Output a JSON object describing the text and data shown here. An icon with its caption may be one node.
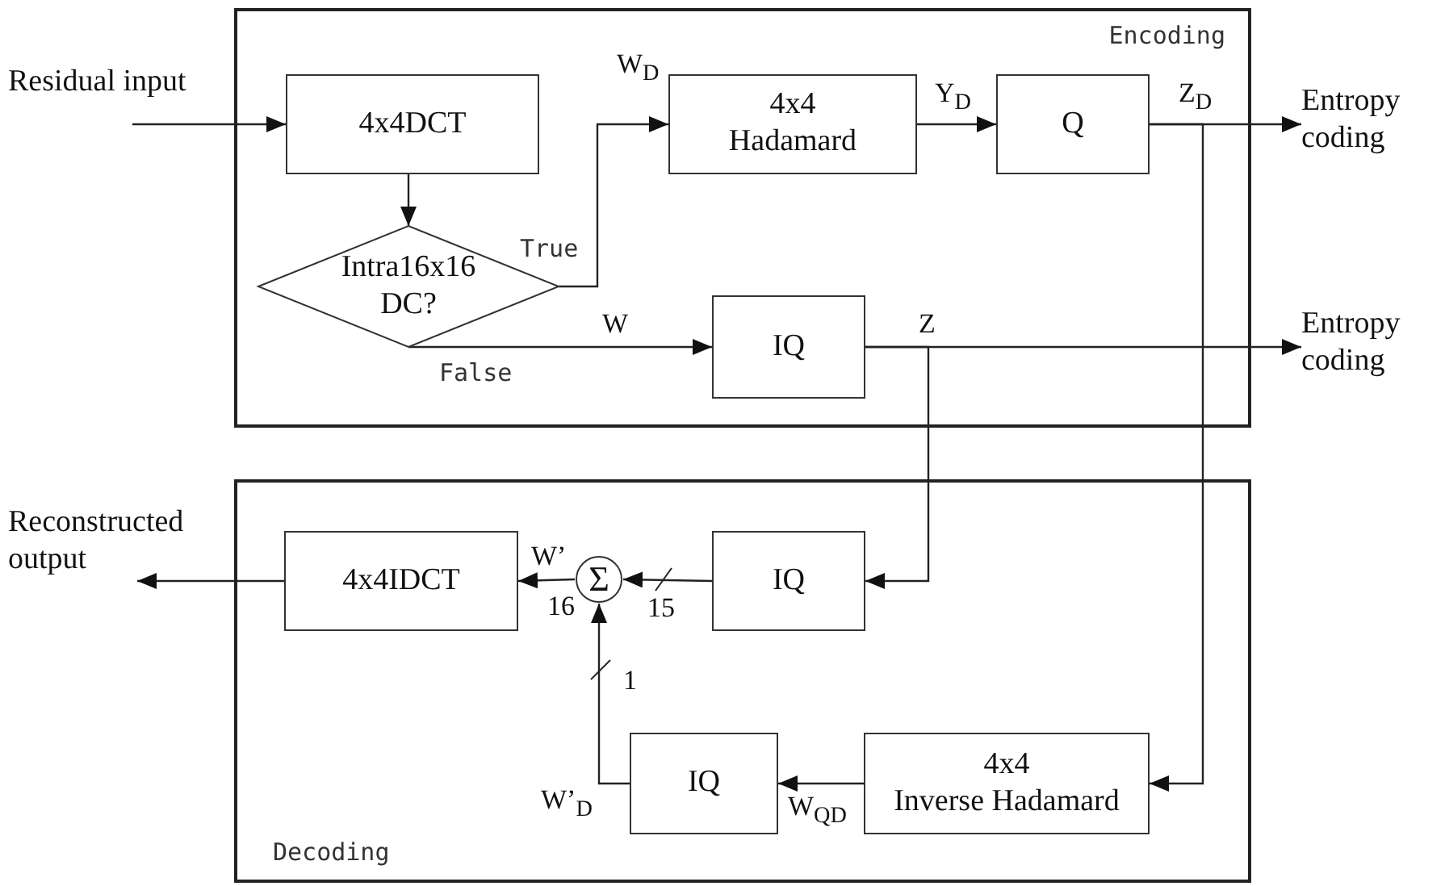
{
  "diagram": {
    "nodes": [
      {
        "text": [
          "Encoding"
        ]
      },
      {
        "text": [
          "Residual input"
        ]
      },
      {
        "text": [
          "4x4DCT"
        ],
        "in": 0
      },
      {
        "text": [
          "Intra16x16 DC?"
        ],
        "in": 0
      },
      {
        "text": [
          "4x4 Hadamard"
        ],
        "in": 0
      },
      {
        "text": [
          "Q"
        ],
        "in": 0
      },
      {
        "text": [
          "IQ"
        ],
        "in": 0
      },
      {
        "text": [
          "Entropy coding"
        ]
      },
      {
        "text": [
          "Entropy coding"
        ]
      },
      {
        "text": [
          "Decoding"
        ]
      },
      {
        "text": [
          "Reconstructed output"
        ]
      },
      {
        "text": [
          "4x4IDCT"
        ],
        "in": 9
      },
      {
        "text": [
          "Σ"
        ],
        "in": 9
      },
      {
        "text": [
          "IQ"
        ],
        "in": 9
      },
      {
        "text": [
          "IQ"
        ],
        "in": 9
      },
      {
        "text": [
          "4x4",
          "Inverse Hadamard"
        ],
        "in": 9
      }
    ],
    "edges": [
      {
        "from": 1,
        "to": 2,
        "arrow": "to"
      },
      {
        "from": 2,
        "to": 3,
        "arrow": "to"
      },
      {
        "from": 3,
        "to": 4,
        "arrow": "to",
        "label": "W$_{D}$"
      },
      {
        "from": 3,
        "to": 6,
        "arrow": "to",
        "label": "W"
      },
      {
        "from": 4,
        "to": 5,
        "arrow": "to",
        "label": "Y$_{D}$"
      },
      {
        "from": 5,
        "to": 7,
        "arrow": "to",
        "label": "Z$_{D}$"
      },
      {
        "from": 6,
        "to": 8,
        "arrow": "to",
        "label": "Z"
      },
      {
        "from": 5,
        "to": 15,
        "arrow": "to"
      },
      {
        "from": 6,
        "to": 13,
        "arrow": "to"
      },
      {
        "from": 13,
        "to": 12,
        "arrow": "to",
        "label": "15"
      },
      {
        "from": 14,
        "to": 12,
        "arrow": "to",
        "label": "W’$_{D}$"
      },
      {
        "from": 12,
        "to": 11,
        "arrow": "to",
        "label": "W’"
      },
      {
        "from": 15,
        "to": 14,
        "arrow": "to",
        "label": "W$_{QD}$"
      },
      {
        "from": 11,
        "to": 10,
        "arrow": "to"
      }
    ],
    "labels": [
      "True",
      "False",
      "16",
      "1"
    ]
  }
}
